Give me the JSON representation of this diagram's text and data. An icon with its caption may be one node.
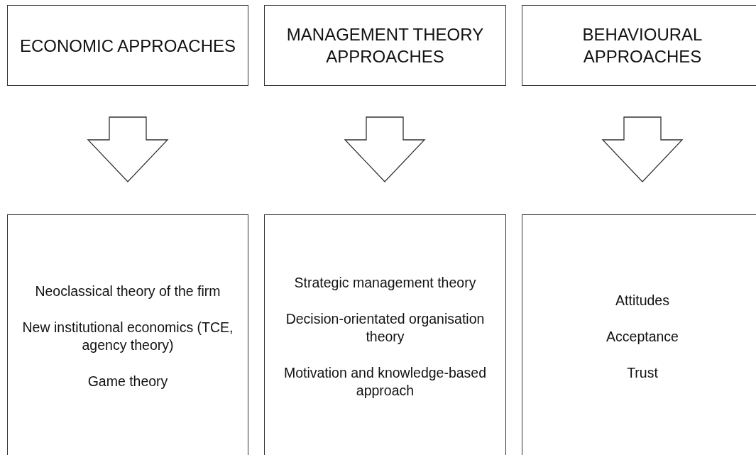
{
  "diagram": {
    "nodes": [
      {
        "text": [
          "ECONOMIC APPROACHES"
        ]
      },
      {
        "text": [
          "MANAGEMENT THEORY APPROACHES"
        ]
      },
      {
        "text": [
          "BEHAVIOURAL APPROACHES"
        ]
      },
      {
        "text": [
          "Neoclassical theory of the firm",
          "New institutional economics (TCE, agency theory)",
          "Game theory"
        ]
      },
      {
        "text": [
          "Strategic management theory",
          "Decision-orientated organisation theory",
          "Motivation and knowledge-based approach"
        ]
      },
      {
        "text": [
          "Attitudes",
          "Acceptance",
          "Trust"
        ]
      }
    ],
    "edges": [
      {
        "from": 0,
        "to": 3,
        "arrow": "to"
      },
      {
        "from": 1,
        "to": 4,
        "arrow": "to"
      },
      {
        "from": 2,
        "to": 5,
        "arrow": "to"
      }
    ]
  }
}
